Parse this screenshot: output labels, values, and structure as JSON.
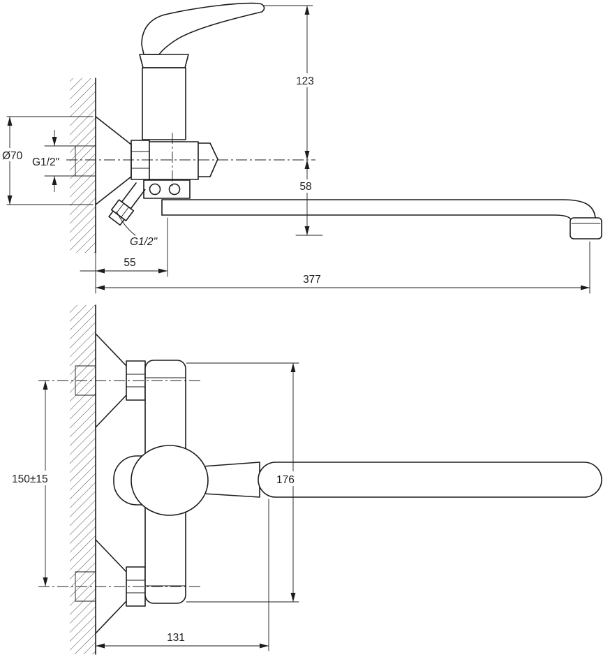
{
  "drawing": {
    "background": "#ffffff",
    "line_color": "#1c1c1c"
  },
  "side_view": {
    "dim_handle_to_inlet": "123",
    "dim_inlet_to_spout": "58",
    "dim_wall_to_spout": "55",
    "dim_spout_reach": "377",
    "dim_escutcheon_diameter": "Ø70",
    "label_inlet_thread": "G1/2\"",
    "label_shower_thread": "G1/2\""
  },
  "front_view": {
    "dim_mounting_centers": "150±15",
    "dim_body_height": "176",
    "dim_body_width": "131"
  }
}
